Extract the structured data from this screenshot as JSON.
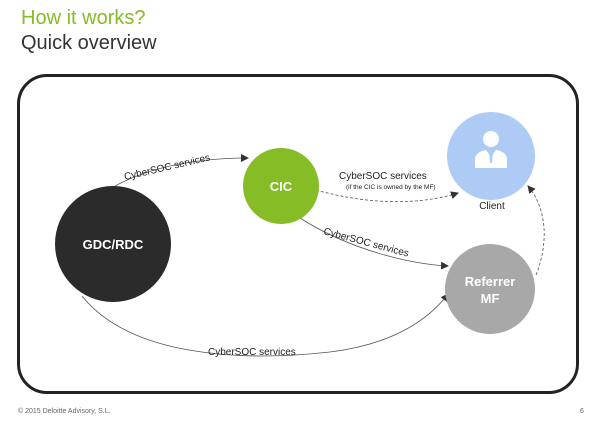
{
  "header": {
    "title": "How it works?",
    "subtitle": "Quick overview"
  },
  "diagram": {
    "nodes": {
      "gdc": {
        "label": "GDC/RDC",
        "color": "#2b2b2b"
      },
      "cic": {
        "label": "CIC",
        "color": "#86bc25"
      },
      "client": {
        "label": "Client",
        "color": "#aecbf6",
        "icon": "person-icon"
      },
      "referrer": {
        "label_line1": "Referrer",
        "label_line2": "MF",
        "color": "#a8a8a8"
      }
    },
    "edges": {
      "gdc_cic": "CyberSOC services",
      "cic_client": "CyberSOC services",
      "cic_client_note": "(if the CIC is owned by the MF)",
      "cic_referrer": "CyberSOC services",
      "gdc_referrer": "CyberSOC services"
    }
  },
  "footer": {
    "copyright": "© 2015 Deloitte Advisory, S.L.",
    "page_number": "6"
  }
}
